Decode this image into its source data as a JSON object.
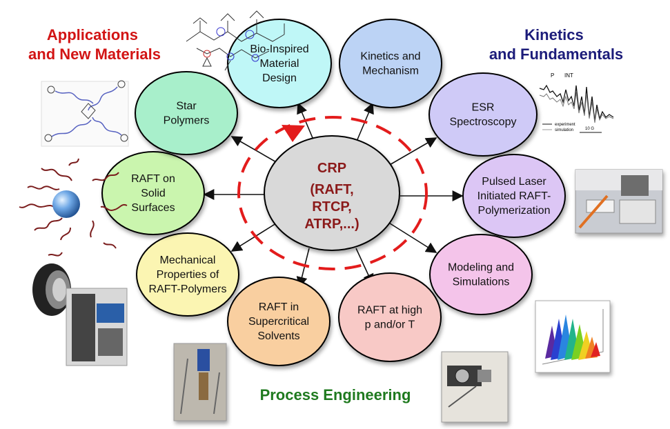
{
  "center": {
    "lines": [
      "CRP",
      "(RAFT,",
      "RTCP,",
      "ATRP,...)"
    ],
    "color": "#8b1a1a"
  },
  "groups": {
    "applications": {
      "lines": [
        "Applications",
        "and New Materials"
      ],
      "color": "#d21414"
    },
    "kinetics": {
      "lines": [
        "Kinetics",
        "and Fundamentals"
      ],
      "color": "#1c1c7a"
    },
    "process": {
      "lines": [
        "Process Engineering"
      ],
      "color": "#1f7a1f"
    }
  },
  "nodes": [
    {
      "id": "bio",
      "lines": [
        "Bio-Inspired",
        "Material",
        "Design"
      ],
      "fill": "#bff7f7"
    },
    {
      "id": "kinetics",
      "lines": [
        "Kinetics and",
        "Mechanism"
      ],
      "fill": "#bcd3f5"
    },
    {
      "id": "esr",
      "lines": [
        "ESR",
        "Spectroscopy"
      ],
      "fill": "#cfcaf7"
    },
    {
      "id": "pulsed",
      "lines": [
        "Pulsed Laser",
        "Initiated RAFT-",
        "Polymerization"
      ],
      "fill": "#dcc6f5"
    },
    {
      "id": "modeling",
      "lines": [
        "Modeling and",
        "Simulations"
      ],
      "fill": "#f4c4ea"
    },
    {
      "id": "highp",
      "lines": [
        "RAFT at high",
        "p and/or T"
      ],
      "fill": "#f8c9c6"
    },
    {
      "id": "supercritical",
      "lines": [
        "RAFT in",
        "Supercritical",
        "Solvents"
      ],
      "fill": "#f9cfa0"
    },
    {
      "id": "mechanical",
      "lines": [
        "Mechanical",
        "Properties of",
        "RAFT-Polymers"
      ],
      "fill": "#fbf5b2"
    },
    {
      "id": "solid",
      "lines": [
        "RAFT on",
        "Solid",
        "Surfaces"
      ],
      "fill": "#caf5ae"
    },
    {
      "id": "star",
      "lines": [
        "Star",
        "Polymers"
      ],
      "fill": "#a8efcb"
    }
  ],
  "figures": {
    "esr": {
      "labels": [
        "P",
        "INT",
        "experiment",
        "simulation",
        "10 G"
      ]
    }
  }
}
